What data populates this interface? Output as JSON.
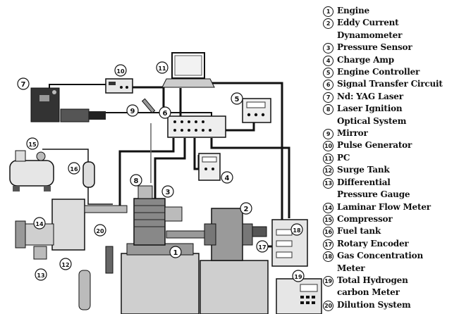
{
  "legend": [
    {
      "num": "1",
      "label": "Engine"
    },
    {
      "num": "2",
      "label": "Eddy Current\nDynamometer"
    },
    {
      "num": "3",
      "label": "Pressure Sensor"
    },
    {
      "num": "4",
      "label": "Charge Amp"
    },
    {
      "num": "5",
      "label": "Engine Controller"
    },
    {
      "num": "6",
      "label": "Signal Transfer Circuit"
    },
    {
      "num": "7",
      "label": "Nd: YAG Laser"
    },
    {
      "num": "8",
      "label": "Laser Ignition\nOptical System"
    },
    {
      "num": "9",
      "label": "Mirror"
    },
    {
      "num": "10",
      "label": "Pulse Generator"
    },
    {
      "num": "11",
      "label": "PC"
    },
    {
      "num": "12",
      "label": "Surge Tank"
    },
    {
      "num": "13",
      "label": "Differential\nPressure Gauge"
    },
    {
      "num": "14",
      "label": "Laminar Flow Meter"
    },
    {
      "num": "15",
      "label": "Compressor"
    },
    {
      "num": "16",
      "label": "Fuel tank"
    },
    {
      "num": "17",
      "label": "Rotary Encoder"
    },
    {
      "num": "18",
      "label": "Gas Concentration\nMeter"
    },
    {
      "num": "19",
      "label": "Total Hydrogen\ncarbon Meter"
    },
    {
      "num": "20",
      "label": "Dilution System"
    }
  ],
  "markers": [
    "1",
    "2",
    "3",
    "4",
    "5",
    "6",
    "7",
    "8",
    "9",
    "10",
    "11",
    "12",
    "13",
    "14",
    "15",
    "16",
    "17",
    "18",
    "19",
    "20"
  ]
}
